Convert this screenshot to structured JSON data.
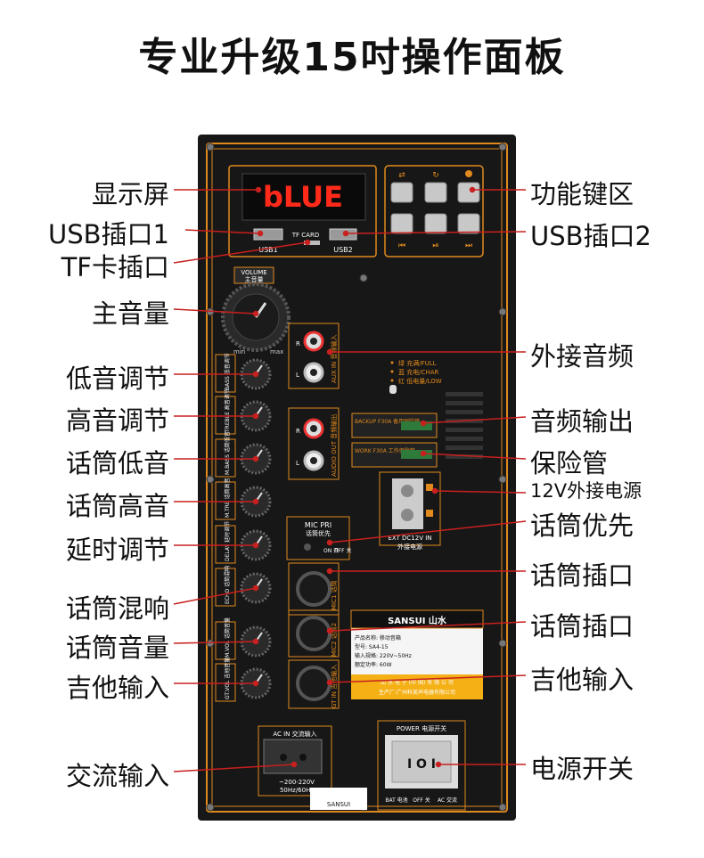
{
  "title": "专业升级15吋操作面板",
  "left_labels": [
    "显示屏",
    "USB插口1",
    "TF卡插口",
    "主音量",
    "低音调节",
    "高音调节",
    "话筒低音",
    "话筒高音",
    "延时调节",
    "话筒混响",
    "话筒音量",
    "吉他输入",
    "交流输入"
  ],
  "right_labels": [
    "功能键区",
    "USB插口2",
    "外接音频",
    "音频输出",
    "保险管",
    "12V外接电源",
    "话筒优先",
    "话筒插口",
    "话筒插口",
    "吉他输入",
    "电源开关"
  ],
  "panel": {
    "display_text": "bLUE",
    "usb1": "USB1",
    "usb2": "USB2",
    "tf_card": "TF CARD",
    "volume": "VOLUME",
    "volume_cn": "主音量",
    "min": "min",
    "max": "max",
    "aux_in": "AUX IN 音频输入",
    "audio_out": "AUDIO OUT 音频输出",
    "knobs": [
      "BASS 低音调节",
      "TREBLE 高音调节",
      "M.BASS 话筒低音",
      "M.TRE 话筒高音",
      "DELAY 延时调节",
      "ECHO 话筒混响",
      "M.VOL 话筒音量",
      "GT.VOL 吉他音量"
    ],
    "charge_full": "绿 充满/FULL",
    "charge_char": "蓝 充电/CHAR",
    "charge_low": "红 低电量/LOW",
    "backup_fuse": "BACKUP F30A 备用保险管",
    "work_fuse": "WORK F30A 工作保险管",
    "ext_dc": "EXT DC12V IN",
    "ext_dc_cn": "外接电源",
    "mic_pri": "MIC PRI",
    "mic_pri_cn": "话筒优先",
    "on": "ON 开",
    "off": "OFF 关",
    "mic1": "MIC1 话筒",
    "mic2": "MIC2 话筒2",
    "gt_in": "GT IN 吉他输入",
    "brand": "SANSUI 山水",
    "product_name": "产品名称: 移动音箱",
    "model": "型号: SA4-15",
    "input_spec": "输入规格: 220V~50Hz",
    "rated_power": "额定功率: 60W",
    "company": "山 水 电 子 (中 国) 有 限 公 司",
    "factory": "生产厂:广州科美声电器有限公司",
    "ac_in": "AC IN 交流输入",
    "ac_spec1": "~200-220V",
    "ac_spec2": "50Hz/60Hz",
    "power": "POWER 电源开关",
    "switch_mark": "I O I",
    "bat": "BAT 电池",
    "off2": "OFF 关",
    "ac": "AC 交流",
    "bottom_brand": "SANSUI"
  }
}
